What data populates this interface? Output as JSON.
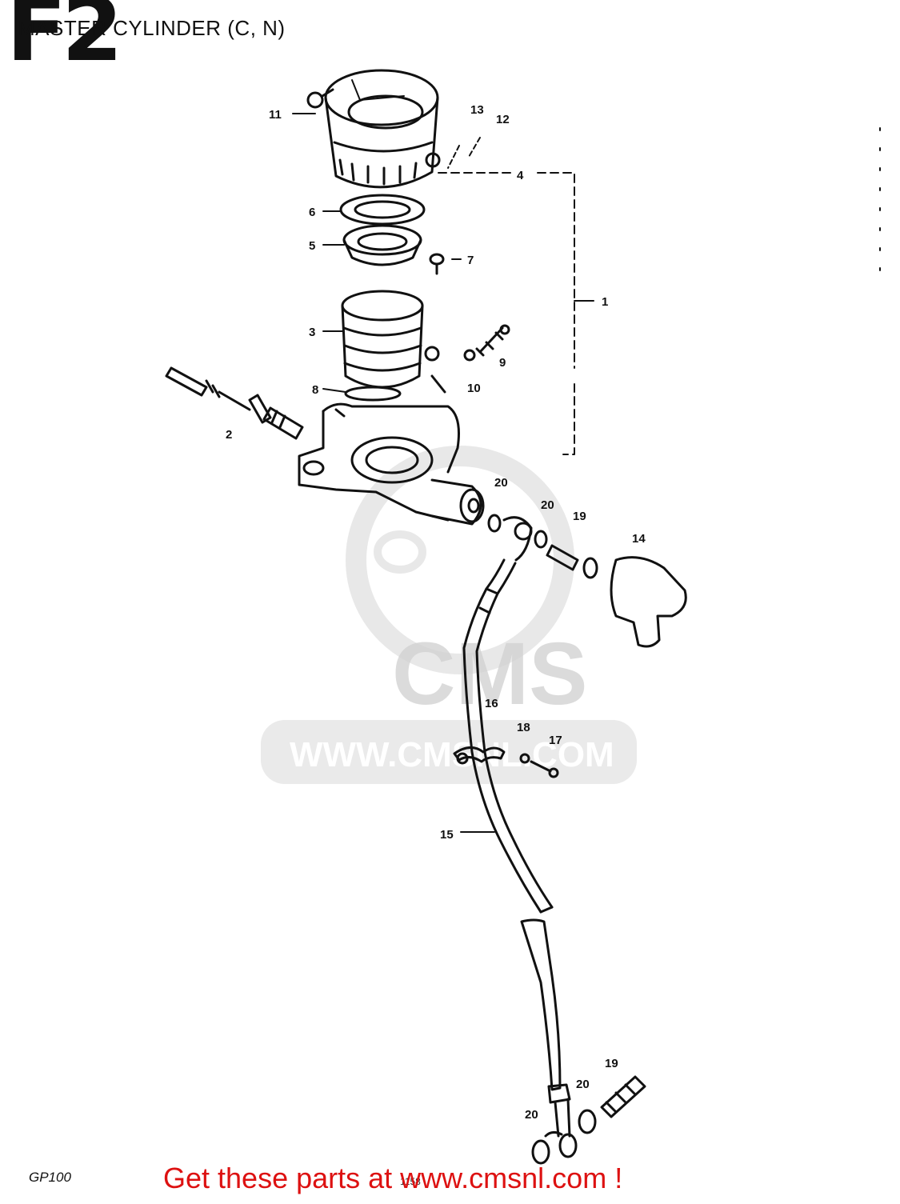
{
  "header": {
    "big_code": "F2",
    "title": "MASTER CYLINDER (C, N)"
  },
  "footer": {
    "model": "GP100",
    "page_code": "1158",
    "cta": "Get these parts at www.cmsnl.com !"
  },
  "watermark": {
    "text": "WWW.CMSNL.COM",
    "logo": "CMS"
  },
  "callouts": {
    "c1": "1",
    "c2": "2",
    "c3": "3",
    "c4": "4",
    "c5": "5",
    "c6": "6",
    "c7": "7",
    "c8": "8",
    "c9": "9",
    "c10": "10",
    "c11": "11",
    "c12": "12",
    "c13": "13",
    "c14": "14",
    "c15": "15",
    "c16": "16",
    "c17": "17",
    "c18": "18",
    "c19a": "19",
    "c19b": "19",
    "c20a": "20",
    "c20b": "20",
    "c20c": "20",
    "c20d": "20"
  }
}
